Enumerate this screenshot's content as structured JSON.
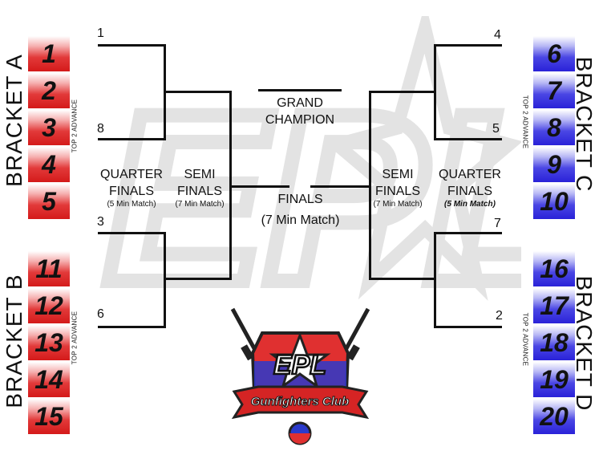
{
  "brackets": {
    "a": {
      "label": "BRACKET A",
      "advance": "TOP 2 ADVANCE",
      "teams": [
        "1",
        "2",
        "3",
        "4",
        "5"
      ]
    },
    "b": {
      "label": "BRACKET B",
      "advance": "TOP 2 ADVANCE",
      "teams": [
        "11",
        "12",
        "13",
        "14",
        "15"
      ]
    },
    "c": {
      "label": "BRACKET C",
      "advance": "TOP 2 ADVANCE",
      "teams": [
        "6",
        "7",
        "8",
        "9",
        "10"
      ]
    },
    "d": {
      "label": "BRACKET D",
      "advance": "TOP 2 ADVANCE",
      "teams": [
        "16",
        "17",
        "18",
        "19",
        "20"
      ]
    }
  },
  "seeds": {
    "left_top": "1",
    "left_mid": "8",
    "left_low": "3",
    "left_bottom": "6",
    "right_top": "4",
    "right_mid": "5",
    "right_low": "7",
    "right_bottom": "2"
  },
  "rounds": {
    "left_quarter": {
      "title_1": "QUARTER",
      "title_2": "FINALS",
      "sub": "(5 Min Match)"
    },
    "left_semi": {
      "title_1": "SEMI",
      "title_2": "FINALS",
      "sub": "(7 Min Match)"
    },
    "right_semi": {
      "title_1": "SEMI",
      "title_2": "FINALS",
      "sub": "(7 Min Match)"
    },
    "right_quarter": {
      "title_1": "QUARTER",
      "title_2": "FINALS",
      "sub": "(5 Min Match)"
    },
    "finals": {
      "title": "FINALS",
      "sub": "(7 Min Match)"
    },
    "champion": {
      "line_1": "GRAND",
      "line_2": "CHAMPION"
    }
  },
  "logo": {
    "text": "EPL",
    "banner": "Gunfighters Club",
    "watermark": "EPL"
  },
  "colors": {
    "red": "#d41a1a",
    "blue": "#2a22d8",
    "line": "#111111",
    "watermark": "#e6e6e6"
  }
}
